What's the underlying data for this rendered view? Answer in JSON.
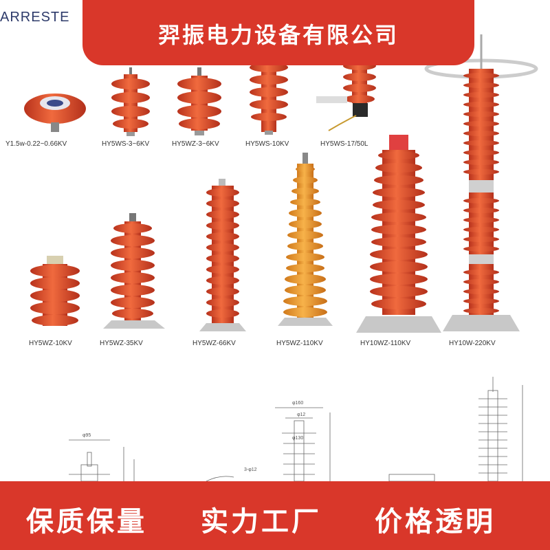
{
  "header": {
    "cut_title": "ARRESTE",
    "banner_title": "羿振电力设备有限公司"
  },
  "products": [
    {
      "label": "Y1.5w-0.22~0.66KV"
    },
    {
      "label": "HY5WS-3~6KV"
    },
    {
      "label": "HY5WZ-3~6KV"
    },
    {
      "label": "HY5WS-10KV"
    },
    {
      "label": "HY5WS-17/50L"
    },
    {
      "label": "HY5WZ-10KV"
    },
    {
      "label": "HY5WZ-35KV"
    },
    {
      "label": "HY5WZ-66KV"
    },
    {
      "label": "HY5WZ-110KV"
    },
    {
      "label": "HY10WZ-110KV"
    },
    {
      "label": "HY10W-220KV"
    }
  ],
  "drawings": {
    "dim1": "φ95",
    "dim2": "φ160",
    "dim3": "φ12",
    "dim4": "φ130",
    "dim5": "3-φ12"
  },
  "footer": {
    "slogan1": "保质保量",
    "slogan2": "实力工厂",
    "slogan3": "价格透明"
  },
  "colors": {
    "brand_red": "#d9372a",
    "arrester_orange": "#e8552d",
    "arrester_yellow": "#f0a030"
  }
}
